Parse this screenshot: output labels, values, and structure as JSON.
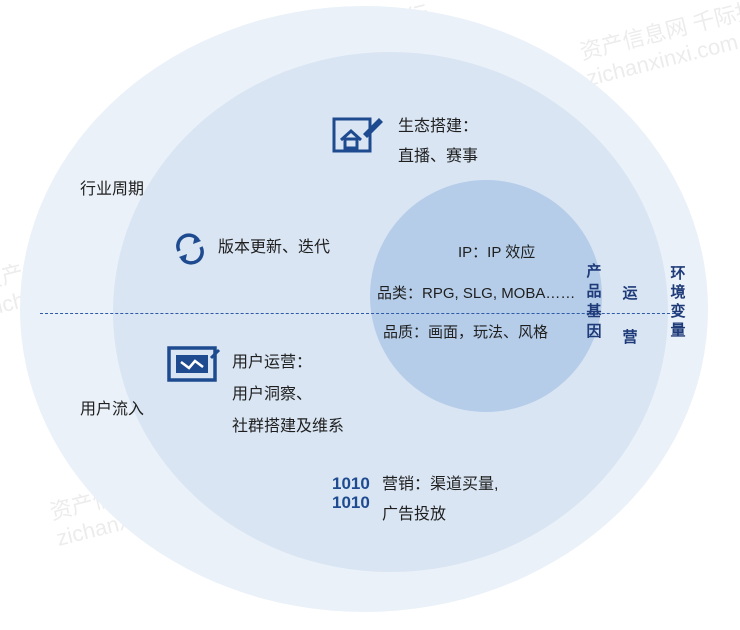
{
  "outer": {
    "industry_cycle": "行业周期",
    "user_inflow": "用户流入",
    "env_variables": "环境变量"
  },
  "middle": {
    "ecosystem_line1": "生态搭建：",
    "ecosystem_line2": "直播、赛事",
    "version_update": "版本更新、迭代",
    "user_ops_line1": "用户运营：",
    "user_ops_line2": "用户洞察、",
    "user_ops_line3": "社群搭建及维系",
    "marketing_line1": "营销：渠道买量,",
    "marketing_line2": "广告投放",
    "operations": "运营"
  },
  "inner": {
    "ip": "IP：IP 效应",
    "category": "品类：RPG, SLG, MOBA……",
    "quality": "品质：画面，玩法、风格",
    "product_gene": "产品基因"
  },
  "watermark": {
    "cn": "资产信息网 千际投行",
    "en": "zichanxinxi.com"
  },
  "colors": {
    "outer_ring": "#eaf1f9",
    "middle_ring": "#d9e5f3",
    "inner_circle": "#b5cde9",
    "icon_blue": "#1e4b8f",
    "divider": "#2e5aa8"
  }
}
